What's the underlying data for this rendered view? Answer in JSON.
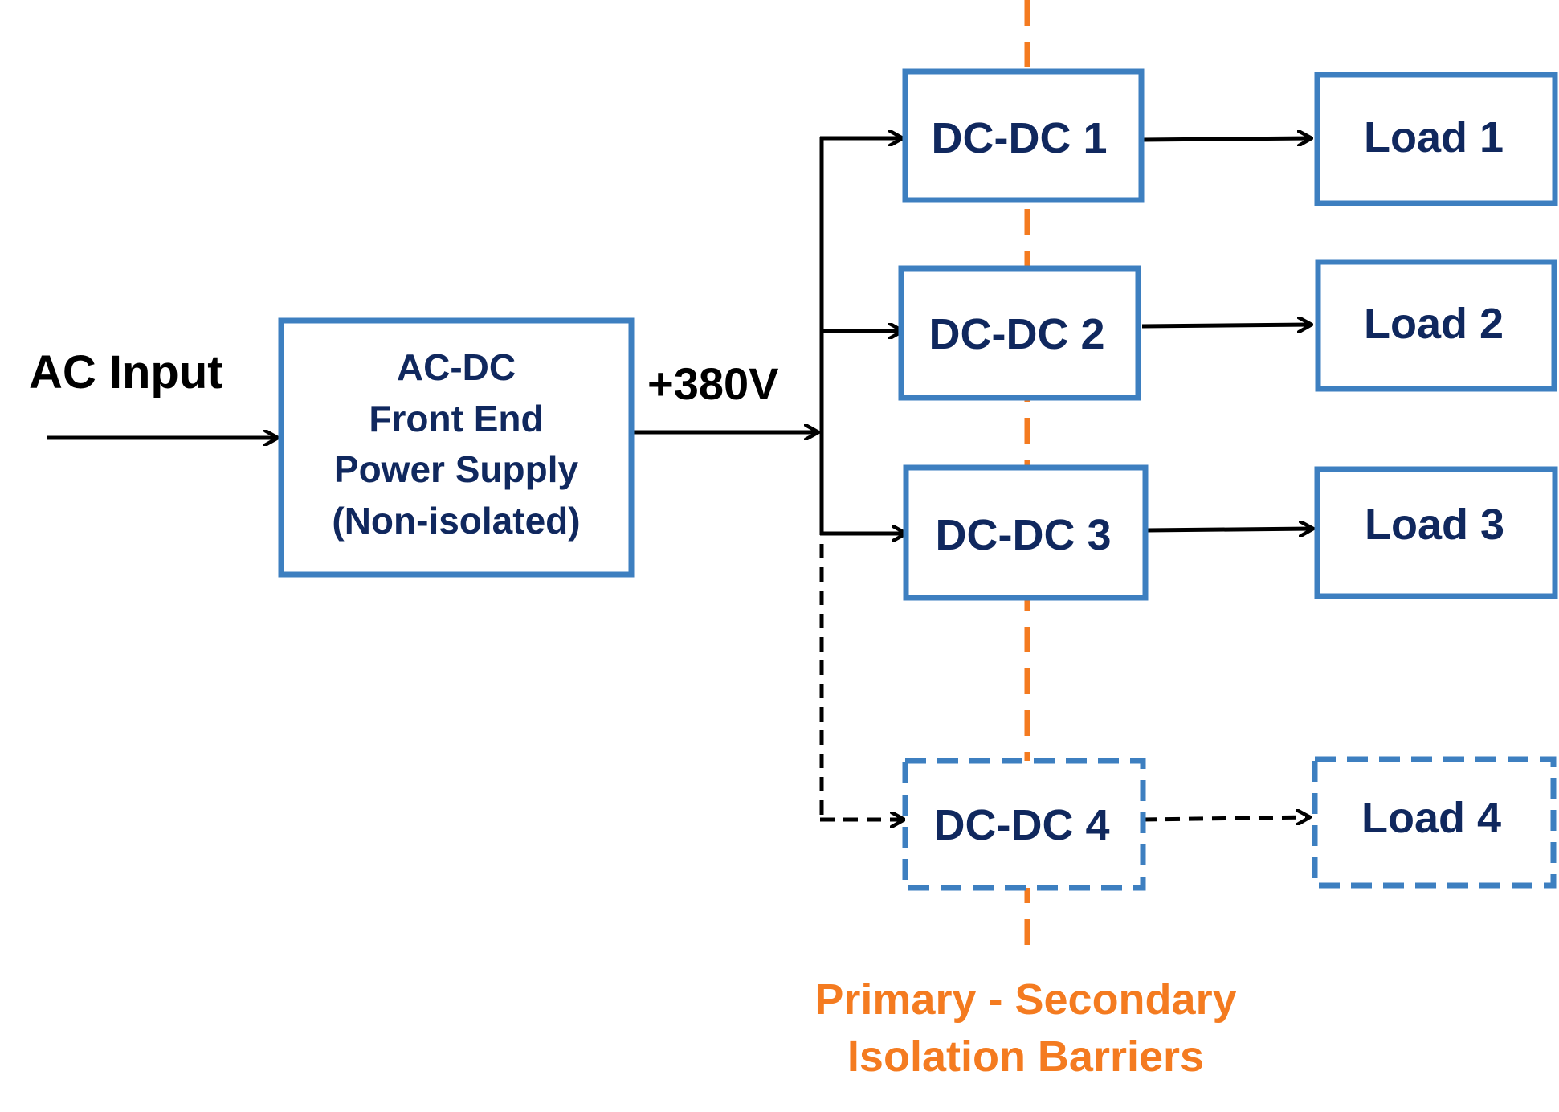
{
  "input_label": "AC Input",
  "bus_label": "+380V",
  "front_end": {
    "lines": [
      "AC-DC",
      "Front End",
      "Power Supply",
      "(Non-isolated)"
    ]
  },
  "converters": [
    {
      "label": "DC-DC 1",
      "optional": false
    },
    {
      "label": "DC-DC 2",
      "optional": false
    },
    {
      "label": "DC-DC 3",
      "optional": false
    },
    {
      "label": "DC-DC 4",
      "optional": true
    }
  ],
  "loads": [
    {
      "label": "Load 1",
      "optional": false
    },
    {
      "label": "Load 2",
      "optional": false
    },
    {
      "label": "Load 3",
      "optional": false
    },
    {
      "label": "Load 4",
      "optional": true
    }
  ],
  "barrier_label": {
    "lines": [
      "Primary - Secondary",
      "Isolation Barriers"
    ]
  },
  "colors": {
    "box_border": "#3d7fc0",
    "box_text": "#10285e",
    "barrier": "#f47b20",
    "arrow": "#000000",
    "label_text": "#000000"
  }
}
